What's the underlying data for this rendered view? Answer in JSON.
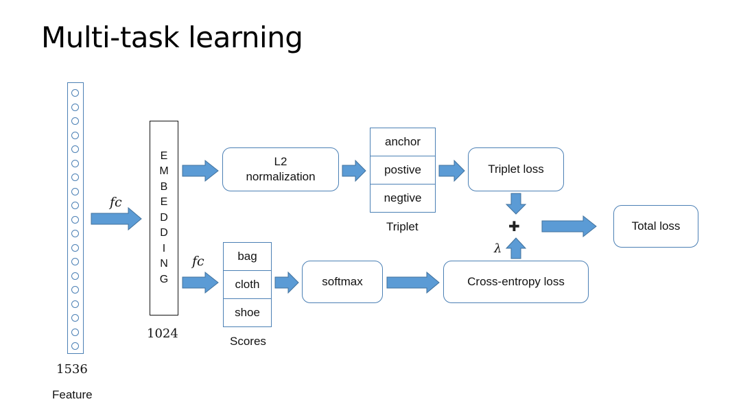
{
  "title": "Multi-task learning",
  "feature": {
    "dim": "1536",
    "label": "Feature",
    "node_count": 19
  },
  "embedding": {
    "letters": [
      "E",
      "M",
      "B",
      "E",
      "D",
      "D",
      "I",
      "N",
      "G"
    ],
    "dim": "1024"
  },
  "fc_top": "fc",
  "fc_bottom": "fc",
  "l2_box": {
    "line1": "L2",
    "line2": "normalization"
  },
  "triplet": {
    "cells": [
      "anchor",
      "postive",
      "negtive"
    ],
    "label": "Triplet"
  },
  "triplet_loss": "Triplet loss",
  "scores": {
    "cells": [
      "bag",
      "cloth",
      "shoe"
    ],
    "label": "Scores"
  },
  "softmax": "softmax",
  "cross_entropy": "Cross-entropy loss",
  "plus_symbol": "✚",
  "lambda": "λ",
  "total_loss": "Total loss",
  "colors": {
    "accent": "#4a7fb4",
    "arrow_fill": "#5b9bd5"
  }
}
